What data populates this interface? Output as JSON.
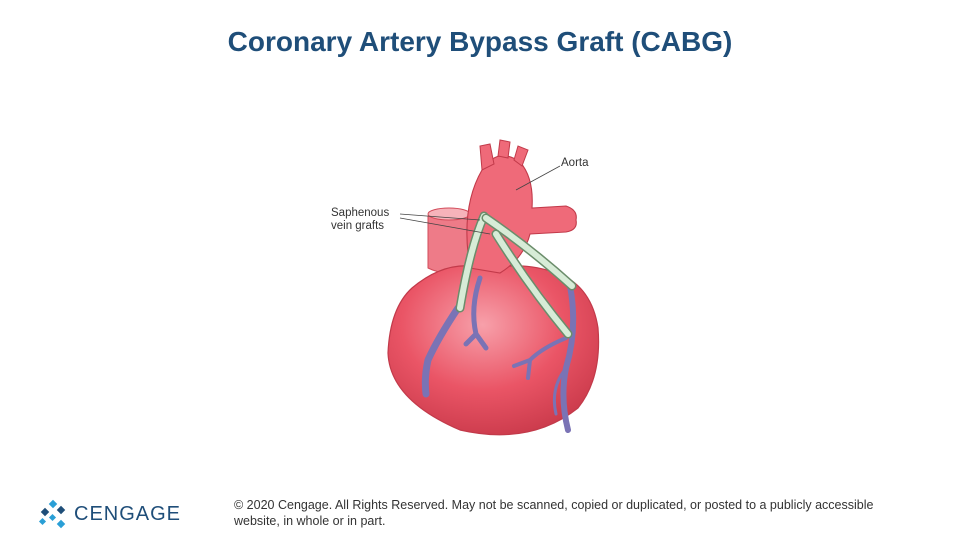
{
  "slide": {
    "title": "Coronary Artery Bypass Graft (CABG)"
  },
  "diagram": {
    "labels": {
      "aorta": "Aorta",
      "saphenous_line1": "Saphenous",
      "saphenous_line2": "vein grafts"
    },
    "colors": {
      "heart": "#e8505f",
      "heart_highlight": "#f48a95",
      "vessel": "#7a73b5",
      "graft": "#cfe8cf"
    }
  },
  "footer": {
    "brand": "CENGAGE",
    "copyright": "© 2020 Cengage. All Rights Reserved. May not be scanned, copied or duplicated, or posted to a publicly accessible website, in whole or in part."
  }
}
